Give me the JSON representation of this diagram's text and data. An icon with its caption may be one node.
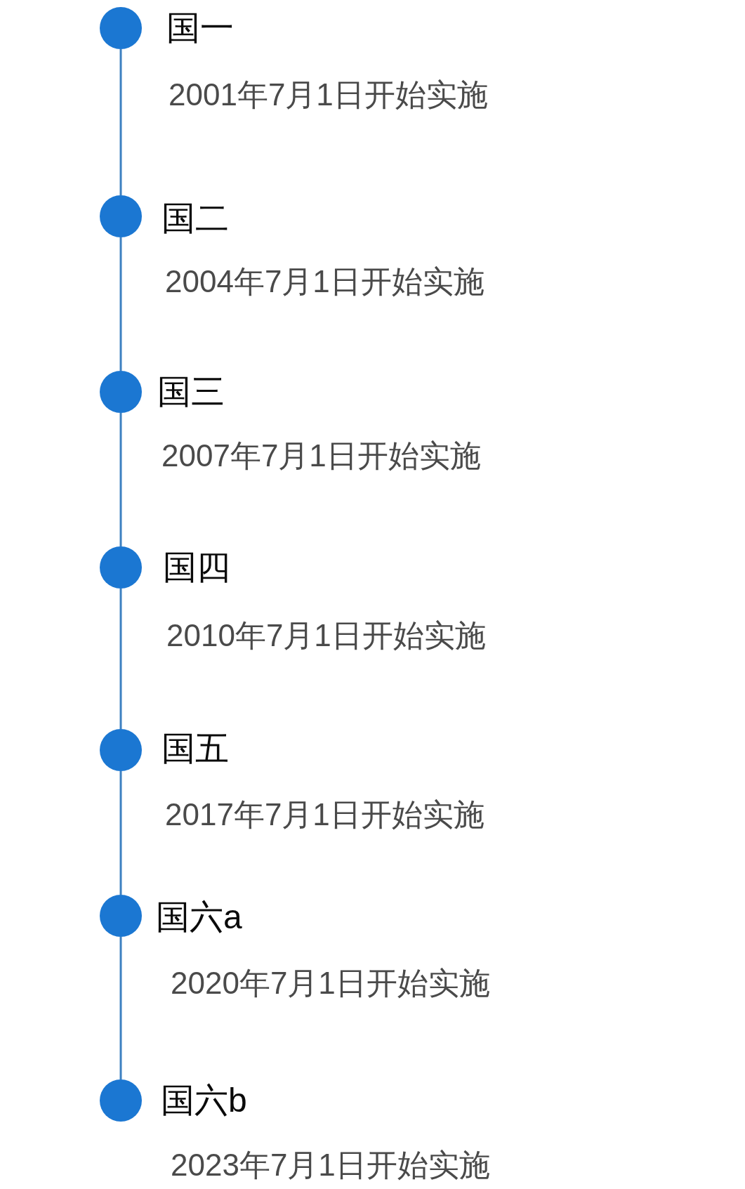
{
  "diagram": {
    "nodes": [
      {
        "text": [],
        "shape": "circle",
        "beside": [
          "国一",
          "2001年7月1日开始实施"
        ]
      },
      {
        "text": [],
        "shape": "circle",
        "beside": [
          "国二",
          "2004年7月1日开始实施"
        ]
      },
      {
        "text": [],
        "shape": "circle",
        "beside": [
          "国三",
          "2007年7月1日开始实施"
        ]
      },
      {
        "text": [],
        "shape": "circle",
        "beside": [
          "国四",
          "2010年7月1日开始实施"
        ]
      },
      {
        "text": [],
        "shape": "circle",
        "beside": [
          "国五",
          "2017年7月1日开始实施"
        ]
      },
      {
        "text": [],
        "shape": "circle",
        "beside": [
          "国六a",
          "2020年7月1日开始实施"
        ]
      },
      {
        "text": [],
        "shape": "circle",
        "beside": [
          "国六b",
          "2023年7月1日开始实施"
        ]
      }
    ],
    "edges": [
      {
        "from": 0,
        "to": 1,
        "arrow": "none"
      },
      {
        "from": 1,
        "to": 2,
        "arrow": "none"
      },
      {
        "from": 2,
        "to": 3,
        "arrow": "none"
      },
      {
        "from": 3,
        "to": 4,
        "arrow": "none"
      },
      {
        "from": 4,
        "to": 5,
        "arrow": "none"
      },
      {
        "from": 5,
        "to": 6,
        "arrow": "none"
      }
    ]
  }
}
